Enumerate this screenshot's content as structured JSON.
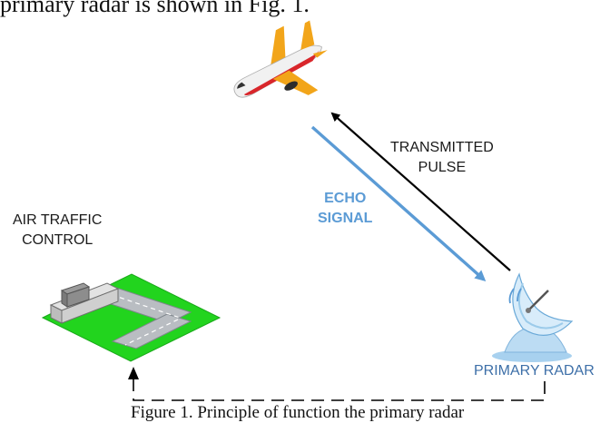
{
  "intro_text": "primary radar is shown in Fig. 1.",
  "labels": {
    "atc_line1": "AIR TRAFFIC",
    "atc_line2": "CONTROL",
    "transmitted_line1": "TRANSMITTED",
    "transmitted_line2": "PULSE",
    "echo_line1": "ECHO",
    "echo_line2": "SIGNAL",
    "radar": "PRIMARY RADAR"
  },
  "caption": "Figure 1. Principle of function the primary radar",
  "colors": {
    "echo": "#5b9bd5",
    "transmitted": "#000000",
    "ground": "#22d41e",
    "radar_label": "#3d6fa8"
  },
  "icons": [
    "airplane-icon",
    "control-tower-icon",
    "radar-dish-icon"
  ]
}
